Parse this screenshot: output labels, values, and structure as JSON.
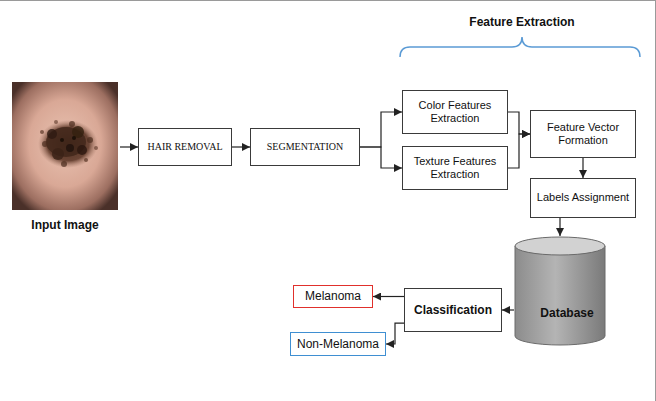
{
  "diagram": {
    "nodes": [
      {
        "text": [
          "Input Image"
        ]
      },
      {
        "text": [
          "HAIR REMOVAL"
        ]
      },
      {
        "text": [
          "SEGMENTATION"
        ]
      },
      {
        "text": [
          "Color Features Extraction"
        ]
      },
      {
        "text": [
          "Texture Features Extraction"
        ]
      },
      {
        "text": [
          "Feature Vector Formation"
        ]
      },
      {
        "text": [
          "Labels Assignment"
        ]
      },
      {
        "text": [
          "Database"
        ]
      },
      {
        "text": [
          "Classification"
        ]
      },
      {
        "text": [
          "Melanoma"
        ]
      },
      {
        "text": [
          "Non-Melanoma"
        ]
      }
    ],
    "edges": [
      {
        "from": 0,
        "to": 1,
        "arrow": "to"
      },
      {
        "from": 1,
        "to": 2,
        "arrow": "to"
      },
      {
        "from": 2,
        "to": 3,
        "arrow": "to"
      },
      {
        "from": 2,
        "to": 4,
        "arrow": "to"
      },
      {
        "from": 3,
        "to": 5,
        "arrow": "to"
      },
      {
        "from": 4,
        "to": 5,
        "arrow": "to"
      },
      {
        "from": 5,
        "to": 6,
        "arrow": "to"
      },
      {
        "from": 6,
        "to": 7,
        "arrow": "to"
      },
      {
        "from": 7,
        "to": 8,
        "arrow": "to"
      },
      {
        "from": 8,
        "to": 9,
        "arrow": "to"
      },
      {
        "from": 8,
        "to": 10,
        "arrow": "to"
      }
    ],
    "labels": [
      "Feature Extraction"
    ]
  }
}
